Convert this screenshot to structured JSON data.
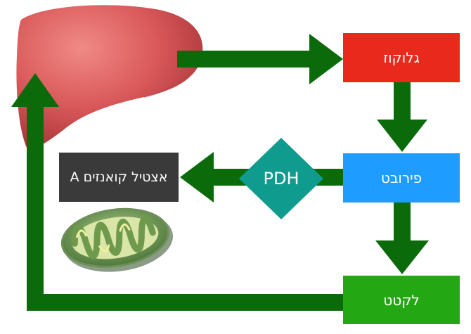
{
  "boxes": {
    "glucose": "גלוקוז",
    "pyruvate": "פירובט",
    "lactate": "לקטט",
    "acetyl_coa": "אצטיל קואנזים A"
  },
  "enzyme": "PDH",
  "icons": [
    "liver-icon",
    "mitochondrion-icon"
  ],
  "colors": {
    "arrow": "#0b6b0b",
    "glucose": "#e8291c",
    "pyruvate": "#1e9cff",
    "lactate": "#23a814",
    "acetyl_coa": "#3a3a3a",
    "pdh": "#0f9b8e",
    "liver": "#d9585a"
  }
}
